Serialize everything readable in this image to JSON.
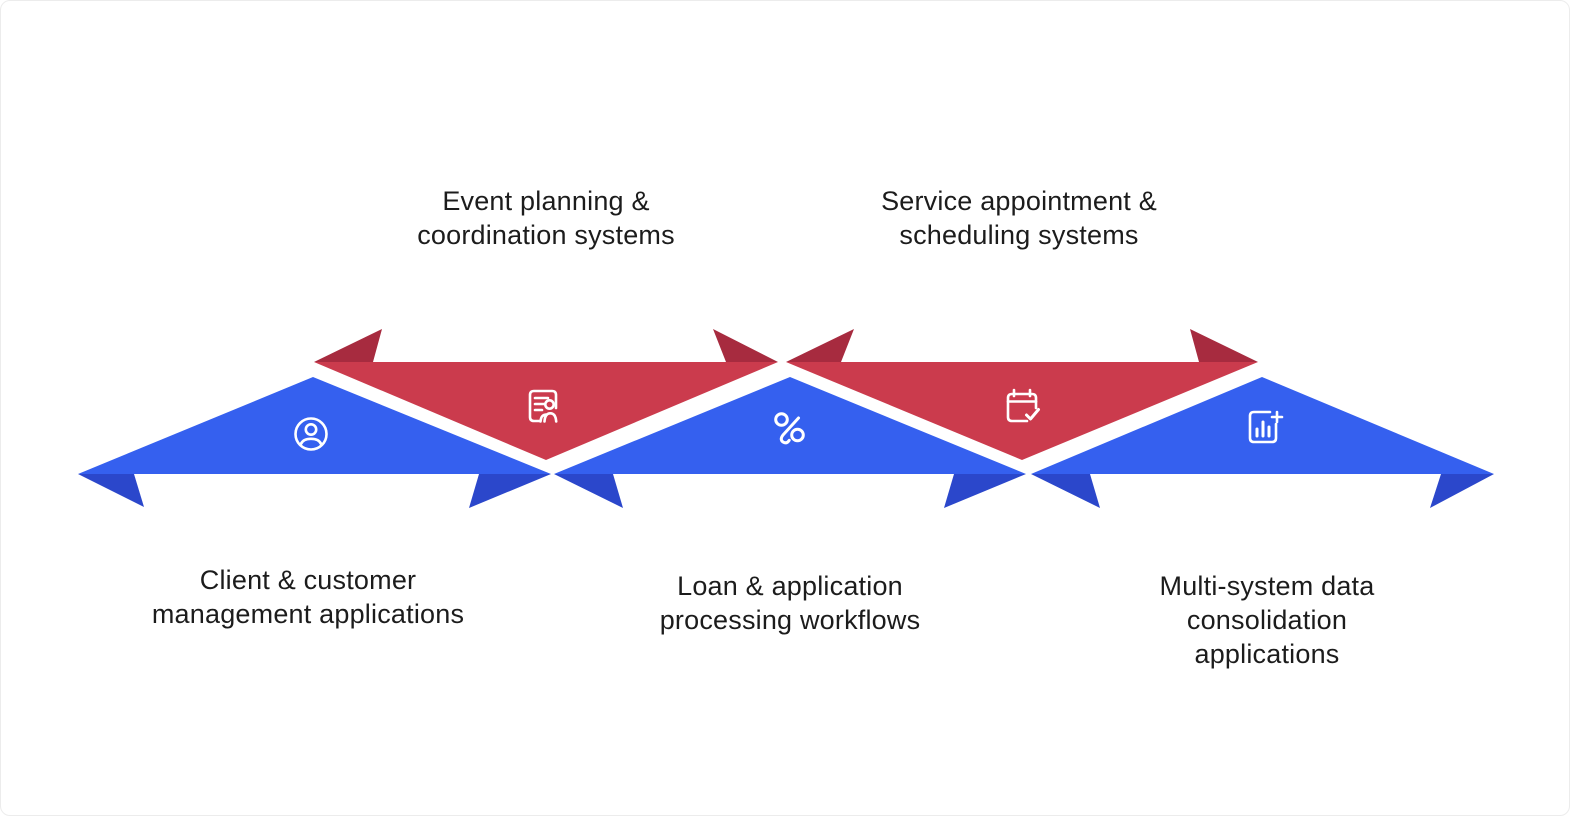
{
  "colors": {
    "background": "#FFFFFF",
    "blue": "#3560EF",
    "blue_dark": "#2B47CB",
    "red": "#CB3B4D",
    "red_dark": "#A72B3F",
    "icon": "#FFFFFF",
    "text": "#1C1C1C"
  },
  "diagram": {
    "type": "interlocking-ribbon-arrows",
    "items": [
      {
        "label": "Client & customer\nmanagement applications",
        "color": "blue",
        "icon": "user-circle-icon",
        "label_position": "bottom"
      },
      {
        "label": "Event planning &\ncoordination systems",
        "color": "red",
        "icon": "contact-form-icon",
        "label_position": "top"
      },
      {
        "label": "Loan & application\nprocessing workflows",
        "color": "blue",
        "icon": "workflow-icon",
        "label_position": "bottom"
      },
      {
        "label": "Service appointment &\nscheduling systems",
        "color": "red",
        "icon": "calendar-check-icon",
        "label_position": "top"
      },
      {
        "label": "Multi-system data\nconsolidation applications",
        "color": "blue",
        "icon": "chart-add-icon",
        "label_position": "bottom"
      }
    ]
  }
}
